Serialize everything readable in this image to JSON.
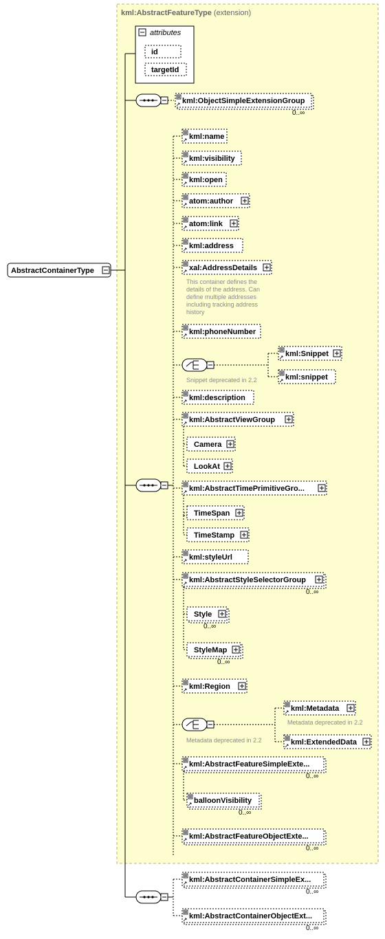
{
  "group": {
    "name": "kml:AbstractFeatureType",
    "suffix": " (extension)"
  },
  "attributes": {
    "title": "attributes",
    "items": [
      "id",
      "targetId"
    ]
  },
  "root": "AbstractContainerType",
  "elements": [
    {
      "label": "kml:ObjectSimpleExtensionGroup",
      "occ": "0..∞"
    },
    {
      "label": "kml:name"
    },
    {
      "label": "kml:visibility"
    },
    {
      "label": "kml:open"
    },
    {
      "label": "atom:author"
    },
    {
      "label": "atom:link"
    },
    {
      "label": "kml:address"
    },
    {
      "label": "xal:AddressDetails",
      "doc": [
        "This container defines the",
        "details of the address. Can",
        "define multiple addresses",
        "including tracking address",
        "history"
      ]
    },
    {
      "label": "kml:phoneNumber"
    },
    {
      "label": "kml:Snippet"
    },
    {
      "label": "kml:snippet"
    },
    {
      "label": "kml:description"
    },
    {
      "label": "kml:AbstractViewGroup"
    },
    {
      "label": "Camera"
    },
    {
      "label": "LookAt"
    },
    {
      "label": "kml:AbstractTimePrimitiveGro..."
    },
    {
      "label": "TimeSpan"
    },
    {
      "label": "TimeStamp"
    },
    {
      "label": "kml:styleUrl"
    },
    {
      "label": "kml:AbstractStyleSelectorGroup",
      "occ": "0..∞"
    },
    {
      "label": "Style",
      "occ": "0..∞"
    },
    {
      "label": "StyleMap",
      "occ": "0..∞"
    },
    {
      "label": "kml:Region"
    },
    {
      "label": "kml:Metadata"
    },
    {
      "label": "kml:ExtendedData"
    },
    {
      "label": "kml:AbstractFeatureSimpleExte...",
      "occ": "0..∞"
    },
    {
      "label": "balloonVisibility",
      "occ": "0..∞"
    },
    {
      "label": "kml:AbstractFeatureObjectExte...",
      "occ": "0..∞"
    },
    {
      "label": "kml:AbstractContainerSimpleEx...",
      "occ": "0..∞"
    },
    {
      "label": "kml:AbstractContainerObjectExt...",
      "occ": "0..∞"
    }
  ],
  "notes": {
    "snippet_deprecated": "Snippet deprecated in 2.2",
    "metadata_deprecated": "Metadata deprecated in 2.2"
  }
}
